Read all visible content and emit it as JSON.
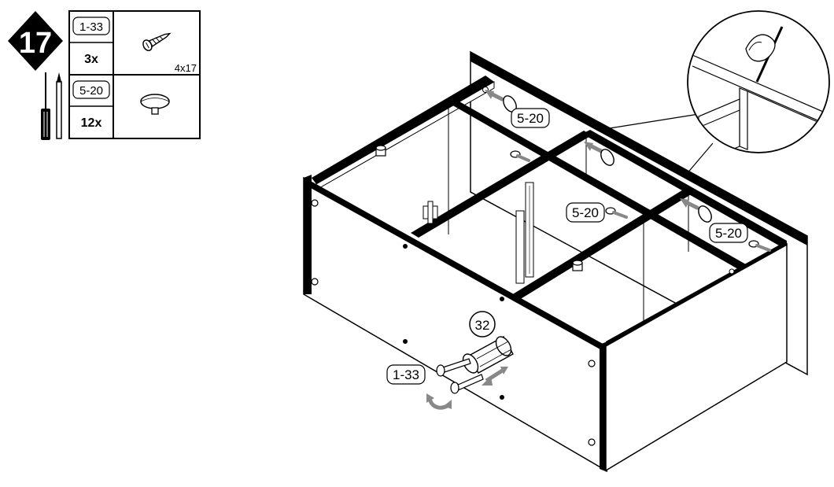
{
  "step": {
    "number": "17"
  },
  "parts_table": {
    "rows": [
      {
        "part_code": "1-33",
        "quantity": "3x",
        "icon": "screw-icon",
        "size": "4x17"
      },
      {
        "part_code": "5-20",
        "quantity": "12x",
        "icon": "shelf-support-pin-icon",
        "size": ""
      }
    ]
  },
  "tools": [
    "screwdriver-icon",
    "pencil-icon"
  ],
  "callouts": {
    "pin_label_a": "5-20",
    "pin_label_b": "5-20",
    "pin_label_c": "5-20",
    "screw_label": "1-33",
    "handle_part_label": "32"
  },
  "colors": {
    "line": "#000000",
    "panel_fill": "#ffffff",
    "arrow": "#888888",
    "accent_gray": "#9a9a9a"
  }
}
